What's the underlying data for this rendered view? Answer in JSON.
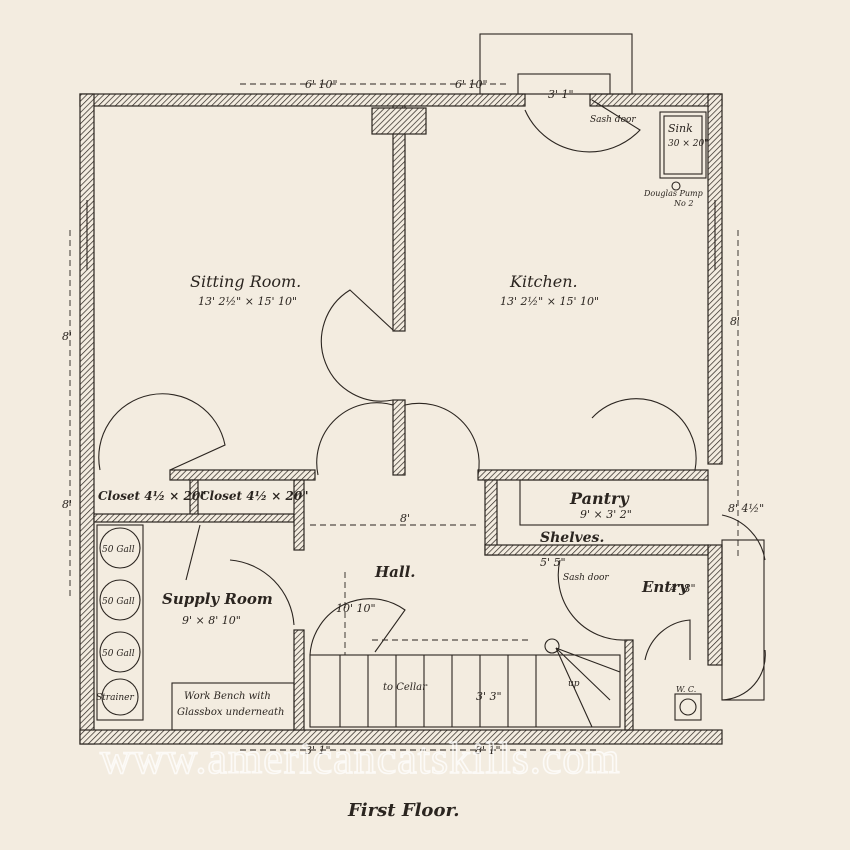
{
  "caption": "First Floor.",
  "watermark": "www.americancatskills.com",
  "rooms": {
    "sitting": {
      "name": "Sitting Room.",
      "size": "13' 2½\" × 15' 10\""
    },
    "kitchen": {
      "name": "Kitchen.",
      "size": "13' 2½\" × 15' 10\""
    },
    "pantry": {
      "name": "Pantry",
      "size": "9' × 3' 2\""
    },
    "supply": {
      "name": "Supply Room",
      "size": "9' × 8' 10\""
    },
    "hall": {
      "name": "Hall."
    },
    "entry": {
      "name": "Entry"
    }
  },
  "labels": {
    "shelves": "Shelves.",
    "closet_left": "Closet 4½ × 20\"",
    "closet_right": "Closet 4½ × 20\"",
    "sink": "Sink",
    "sink_size": "30 × 20\"",
    "douglas_pump": "Douglas Pump",
    "pump_no": "No 2",
    "sash_door_kitchen": "Sash door",
    "sash_door_entry": "Sash door",
    "tank1": "50 Gall",
    "tank2": "50 Gall",
    "tank3": "50 Gall",
    "strainer": "Strainer",
    "workbench_1": "Work Bench with",
    "workbench_2": "Glassbox underneath",
    "to_cellar": "to Cellar",
    "up": "up",
    "wc": "W. C."
  },
  "dimensions": {
    "top_left": "6' 10\"",
    "top_right": "6' 10\"",
    "chimney": "3' 1\"",
    "left_upper": "8'",
    "left_lower": "8'",
    "right_upper": "8'",
    "right_lower": "8' 4½\"",
    "hall_width": "8'",
    "hall_depth": "10' 10\"",
    "stair_depth": "3' 3\"",
    "entry_depth": "4' 8\"",
    "bottom_left": "3' 1\"",
    "bottom_right": "8' 1\"",
    "pantry_shelf": "5' 5\""
  },
  "colors": {
    "paper": "#f3ece0",
    "ink": "#2b2520"
  }
}
